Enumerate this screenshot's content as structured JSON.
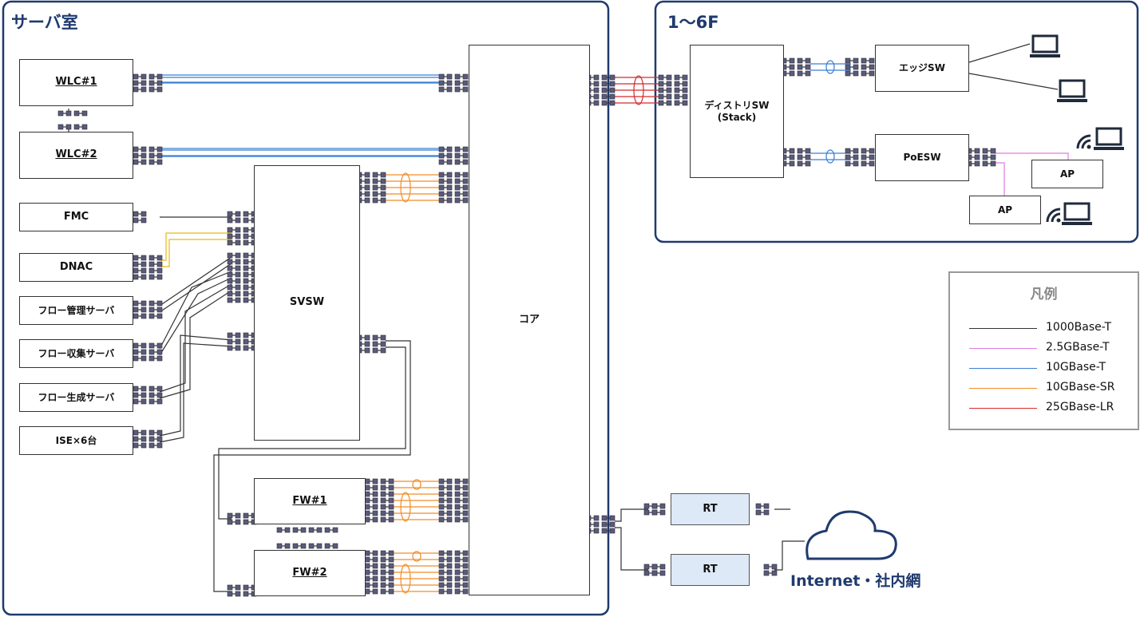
{
  "zones": {
    "server_room": "サーバ室",
    "floors": "1〜6F"
  },
  "devices": {
    "wlc1": "WLC#1",
    "wlc2": "WLC#2",
    "fmc": "FMC",
    "dnac": "DNAC",
    "flow_mgmt": "フロー管理サーバ",
    "flow_collect": "フロー収集サーバ",
    "flow_gen": "フロー生成サーバ",
    "ise": "ISE×6台",
    "svsw": "SVSW",
    "core": "コア",
    "fw1": "FW#1",
    "fw2": "FW#2",
    "dist_line1": "ディストリSW",
    "dist_line2": "(Stack)",
    "edge": "エッジSW",
    "poe": "PoESW",
    "ap1": "AP",
    "ap2": "AP",
    "rt1": "RT",
    "rt2": "RT"
  },
  "cloud_label": "Internet・社内網",
  "legend": {
    "title": "凡例",
    "items": [
      {
        "label": "1000Base-T",
        "color": "#333333"
      },
      {
        "label": "2.5GBase-T",
        "color": "#e07be0"
      },
      {
        "label": "10GBase-T",
        "color": "#3a7fd5"
      },
      {
        "label": "10GBase-SR",
        "color": "#f08c28"
      },
      {
        "label": "25GBase-LR",
        "color": "#d42a2a"
      }
    ]
  },
  "colors": {
    "zone_border": "#1f3a6e",
    "port": "#5a5a7a",
    "rt_fill": "#dde9f7"
  }
}
